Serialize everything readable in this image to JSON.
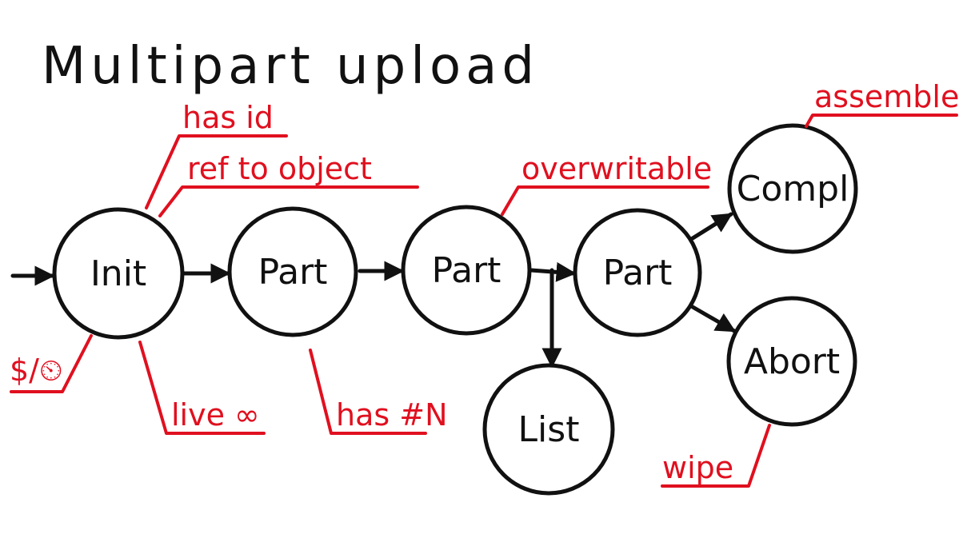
{
  "title": "Multipart upload",
  "nodes": {
    "init": "Init",
    "part1": "Part",
    "part2": "Part",
    "part3": "Part",
    "list": "List",
    "compl": "Compl",
    "abort": "Abort"
  },
  "notes": {
    "has_id": "has id",
    "ref_to_object": "ref to object",
    "overwritable": "overwritable",
    "assemble": "assemble",
    "cost_time": "$/⏲",
    "live_forever": "live ∞",
    "has_n": "has #N",
    "wipe": "wipe"
  },
  "colors": {
    "ink": "#111111",
    "annotation": "#e0101f"
  }
}
